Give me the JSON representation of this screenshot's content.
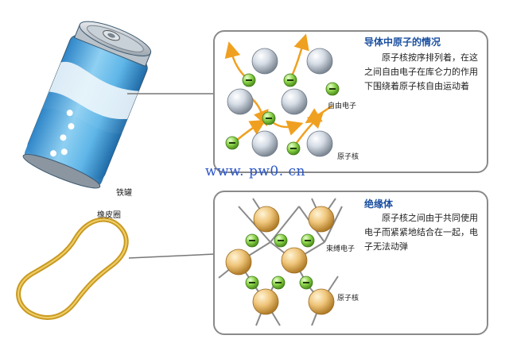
{
  "conductor_panel": {
    "title": "导体中原子的情况",
    "body": "原子核按序排列着，在这之间自由电子在库仑力的作用下围绕着原子核自由运动着",
    "label_free_electron": "自由电子",
    "label_nucleus": "原子核"
  },
  "insulator_panel": {
    "title": "绝缘体",
    "body": "原子核之间由于共同使用电子而紧紧地结合在一起，电子无法动弹",
    "label_bound_electron": "束缚电子",
    "label_nucleus": "原子核"
  },
  "can_label": "铁罐",
  "rubber_band_label": "橡皮圈",
  "watermark": "www. pw0. cn",
  "colors": {
    "title_blue": "#1a4fa0",
    "electron_green": "#7cc63a",
    "arrow_orange": "#f0a020",
    "nucleus_silver": "#c8d2dc",
    "nucleus_gold": "#e6b45a",
    "band_gold": "#d8a82a"
  }
}
